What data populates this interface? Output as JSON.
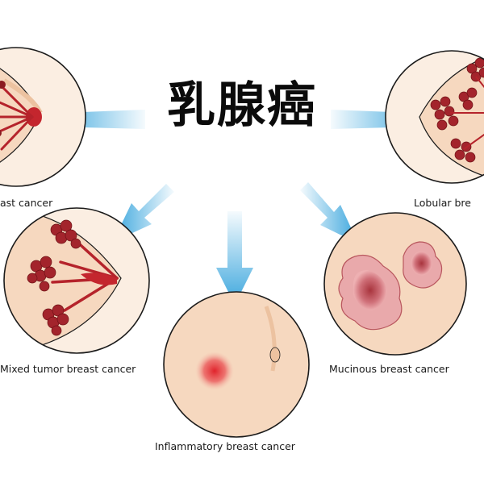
{
  "title": "乳腺癌",
  "colors": {
    "skin": "#f6d8bf",
    "skin_shade": "#ecc2a0",
    "outline": "#1b1b1b",
    "arrow": "#3ba6dd",
    "tumor": "#b5232b",
    "tumor_dark": "#7d1419",
    "mucinous": "#d9898f"
  },
  "labels": {
    "ductal": "ast cancer",
    "lobular": "Lobular bre",
    "mixed": "Mixed tumor breast cancer",
    "mucinous": "Mucinous breast cancer",
    "inflammatory": "Inflammatory breast cancer"
  }
}
